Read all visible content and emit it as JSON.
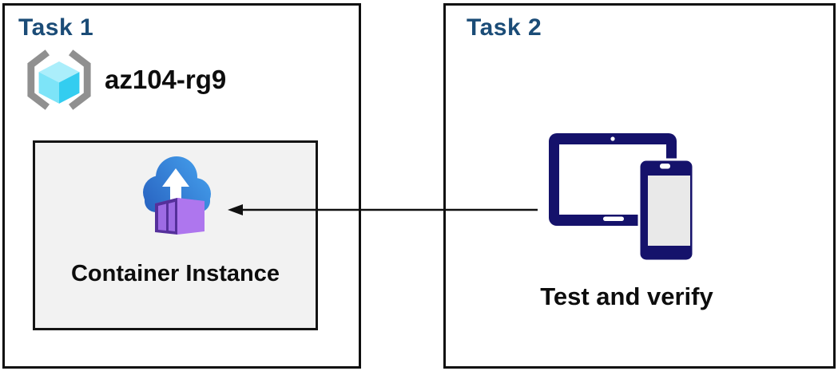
{
  "diagram": {
    "task1": {
      "title": "Task 1",
      "resource_group": {
        "name": "az104-rg9",
        "icon": "resource-group-icon"
      },
      "container_box": {
        "label": "Container Instance",
        "icon": "container-instance-icon"
      }
    },
    "task2": {
      "title": "Task 2",
      "caption": "Test and verify",
      "icon": "devices-icon"
    },
    "connector": {
      "style": "arrow",
      "direction": "left"
    }
  },
  "colors": {
    "task_title_blue": "#1b4c77",
    "box_border_black": "#0f0f0f",
    "inner_box_fill": "#f2f2f2",
    "text_black": "#0d0d0d",
    "device_navy": "#15126b",
    "cloud_blue_dark": "#2862c0",
    "cloud_blue_light": "#46a2ee",
    "container_frame_purple": "#55309b",
    "container_panel_purple": "#9d6be4",
    "container_top_purple": "#a062e6",
    "container_side_purple": "#ae76ee",
    "cube_cyan_top": "#abeefb",
    "cube_cyan_left": "#7de4f8",
    "cube_cyan_right": "#33cdf0",
    "bracket_gray": "#909090",
    "phone_screen_gray": "#e9e9e9"
  }
}
